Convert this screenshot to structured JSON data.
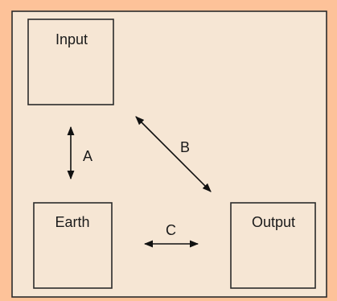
{
  "colors": {
    "background": "#fdc299",
    "panel": "#f6e6d4",
    "stroke": "#2b2b2b",
    "text": "#1a1a1a"
  },
  "boxes": {
    "input": "Input",
    "earth": "Earth",
    "output": "Output"
  },
  "arrows": {
    "a": "A",
    "b": "B",
    "c": "C"
  }
}
